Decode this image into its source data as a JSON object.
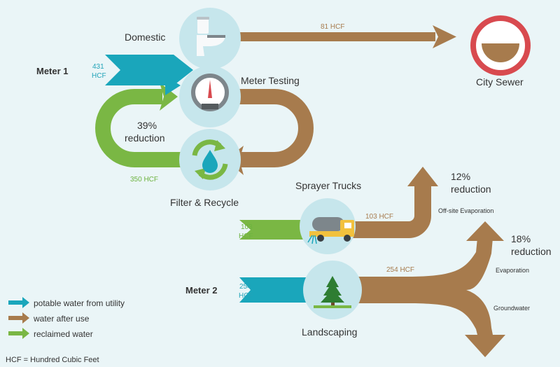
{
  "nodes": {
    "domestic": "Domestic",
    "city_sewer": "City Sewer",
    "meter_testing": "Meter Testing",
    "filter_recycle": "Filter & Recycle",
    "sprayer_trucks": "Sprayer Trucks",
    "landscaping": "Landscaping"
  },
  "meters": {
    "meter1": "Meter 1",
    "meter2": "Meter 2"
  },
  "flows": {
    "meter1_in_value": "431",
    "meter1_in_unit": "HCF",
    "domestic_to_sewer": "81 HCF",
    "recycled": "350 HCF",
    "sprayer_in_value": "103",
    "sprayer_in_unit": "HCF",
    "sprayer_out": "103 HCF",
    "meter2_in_value": "254",
    "meter2_in_unit": "HCF",
    "landscaping_out": "254 HCF"
  },
  "reductions": {
    "recycle_pct": "39%",
    "recycle_word": "reduction",
    "sprayer_pct": "12%",
    "sprayer_word": "reduction",
    "landscape_pct": "18%",
    "landscape_word": "reduction"
  },
  "destinations": {
    "offsite_evaporation": "Off-site Evaporation",
    "evaporation": "Evaporation",
    "groundwater": "Groundwater"
  },
  "legend": {
    "potable": "potable water from utility",
    "after_use": "water after use",
    "reclaimed": "reclaimed water",
    "footnote": "HCF = Hundred Cubic Feet"
  },
  "colors": {
    "potable": "#1aa6bb",
    "after_use": "#a77b4d",
    "reclaimed": "#7ab744",
    "sewer_ring": "#d84a4f",
    "node_circle": "#c6e6ec"
  }
}
